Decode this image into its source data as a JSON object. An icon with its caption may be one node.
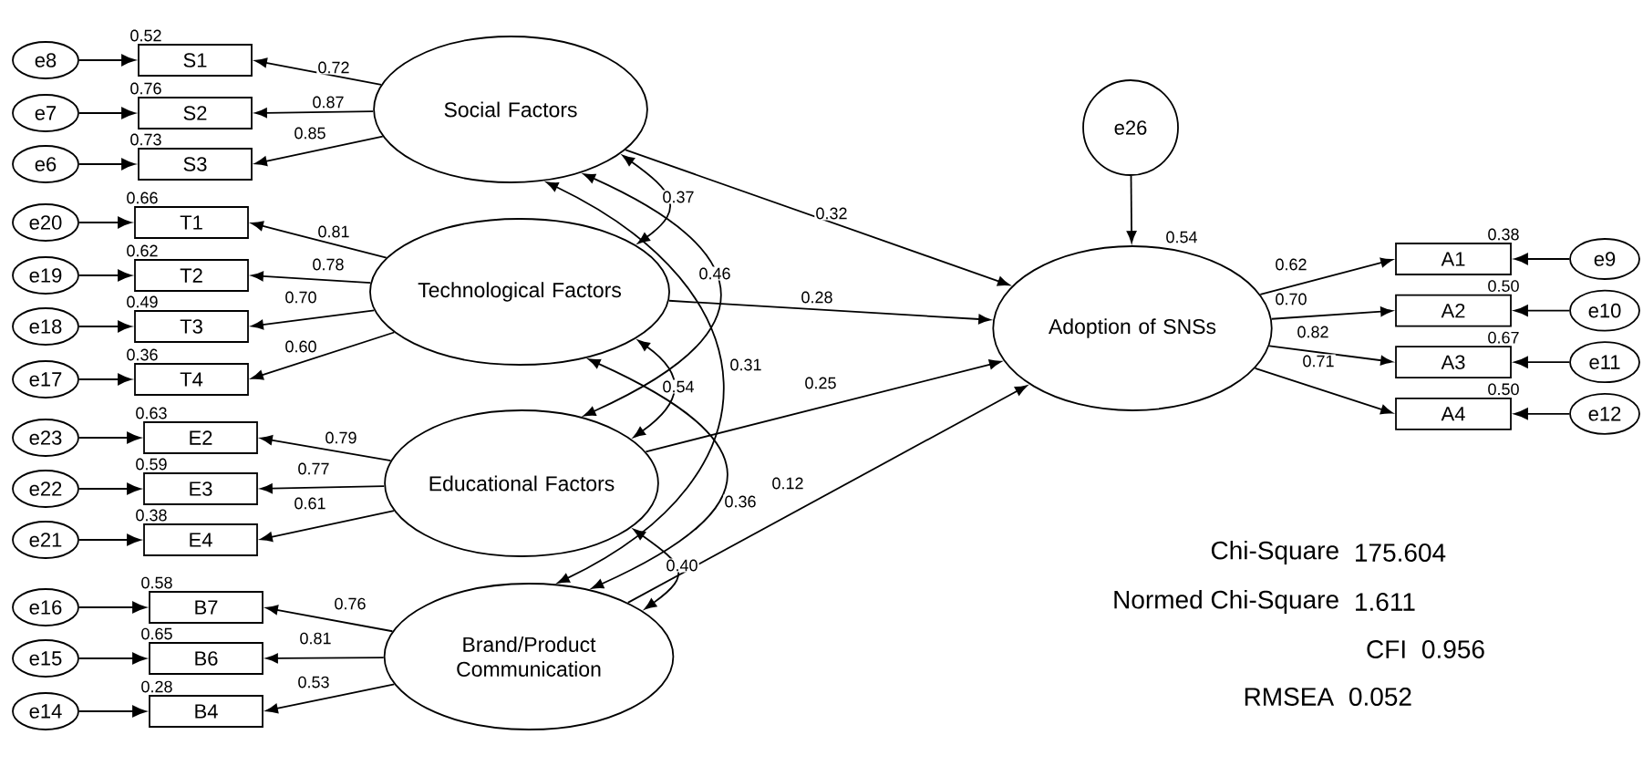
{
  "diagram": {
    "nodes": [
      {
        "text": [
          "Social Factors"
        ]
      },
      {
        "text": [
          "Technological Factors"
        ]
      },
      {
        "text": [
          "Educational Factors"
        ]
      },
      {
        "text": [
          "Brand/Product Communication"
        ]
      },
      {
        "text": [
          "Adoption of SNSs"
        ],
        "beside": [
          "0.54"
        ]
      },
      {
        "text": [
          "e26"
        ]
      },
      {
        "text": [
          "S1"
        ],
        "beside": [
          "0.52"
        ]
      },
      {
        "text": [
          "S2"
        ],
        "beside": [
          "0.76"
        ]
      },
      {
        "text": [
          "S3"
        ],
        "beside": [
          "0.73"
        ]
      },
      {
        "text": [
          "T1"
        ],
        "beside": [
          "0.66"
        ]
      },
      {
        "text": [
          "T2"
        ],
        "beside": [
          "0.62"
        ]
      },
      {
        "text": [
          "T3"
        ],
        "beside": [
          "0.49"
        ]
      },
      {
        "text": [
          "T4"
        ],
        "beside": [
          "0.36"
        ]
      },
      {
        "text": [
          "E2"
        ],
        "beside": [
          "0.63"
        ]
      },
      {
        "text": [
          "E3"
        ],
        "beside": [
          "0.59"
        ]
      },
      {
        "text": [
          "E4"
        ],
        "beside": [
          "0.38"
        ]
      },
      {
        "text": [
          "B7"
        ],
        "beside": [
          "0.58"
        ]
      },
      {
        "text": [
          "B6"
        ],
        "beside": [
          "0.65"
        ]
      },
      {
        "text": [
          "B4"
        ],
        "beside": [
          "0.28"
        ]
      },
      {
        "text": [
          "A1"
        ],
        "beside": [
          "0.38"
        ]
      },
      {
        "text": [
          "A2"
        ],
        "beside": [
          "0.50"
        ]
      },
      {
        "text": [
          "A3"
        ],
        "beside": [
          "0.67"
        ]
      },
      {
        "text": [
          "A4"
        ],
        "beside": [
          "0.50"
        ]
      },
      {
        "text": [
          "e8"
        ]
      },
      {
        "text": [
          "e7"
        ]
      },
      {
        "text": [
          "e6"
        ]
      },
      {
        "text": [
          "e20"
        ]
      },
      {
        "text": [
          "e19"
        ]
      },
      {
        "text": [
          "e18"
        ]
      },
      {
        "text": [
          "e17"
        ]
      },
      {
        "text": [
          "e23"
        ]
      },
      {
        "text": [
          "e22"
        ]
      },
      {
        "text": [
          "e21"
        ]
      },
      {
        "text": [
          "e16"
        ]
      },
      {
        "text": [
          "e15"
        ]
      },
      {
        "text": [
          "e14"
        ]
      },
      {
        "text": [
          "e9"
        ]
      },
      {
        "text": [
          "e10"
        ]
      },
      {
        "text": [
          "e11"
        ]
      },
      {
        "text": [
          "e12"
        ]
      }
    ],
    "edges": [
      {
        "from": 0,
        "to": 6,
        "arrow": "to",
        "label": "0.72"
      },
      {
        "from": 0,
        "to": 7,
        "arrow": "to",
        "label": "0.87"
      },
      {
        "from": 0,
        "to": 8,
        "arrow": "to",
        "label": "0.85"
      },
      {
        "from": 1,
        "to": 9,
        "arrow": "to",
        "label": "0.81"
      },
      {
        "from": 1,
        "to": 10,
        "arrow": "to",
        "label": "0.78"
      },
      {
        "from": 1,
        "to": 11,
        "arrow": "to",
        "label": "0.70"
      },
      {
        "from": 1,
        "to": 12,
        "arrow": "to",
        "label": "0.60"
      },
      {
        "from": 2,
        "to": 13,
        "arrow": "to",
        "label": "0.79"
      },
      {
        "from": 2,
        "to": 14,
        "arrow": "to",
        "label": "0.77"
      },
      {
        "from": 2,
        "to": 15,
        "arrow": "to",
        "label": "0.61"
      },
      {
        "from": 3,
        "to": 16,
        "arrow": "to",
        "label": "0.76"
      },
      {
        "from": 3,
        "to": 17,
        "arrow": "to",
        "label": "0.81"
      },
      {
        "from": 3,
        "to": 18,
        "arrow": "to",
        "label": "0.53"
      },
      {
        "from": 0,
        "to": 4,
        "arrow": "to",
        "label": "0.32"
      },
      {
        "from": 1,
        "to": 4,
        "arrow": "to",
        "label": "0.28"
      },
      {
        "from": 2,
        "to": 4,
        "arrow": "to",
        "label": "0.25"
      },
      {
        "from": 3,
        "to": 4,
        "arrow": "to",
        "label": "0.12"
      },
      {
        "from": 5,
        "to": 4,
        "arrow": "to"
      },
      {
        "from": 4,
        "to": 19,
        "arrow": "to",
        "label": "0.62"
      },
      {
        "from": 4,
        "to": 20,
        "arrow": "to",
        "label": "0.70"
      },
      {
        "from": 4,
        "to": 21,
        "arrow": "to",
        "label": "0.82"
      },
      {
        "from": 4,
        "to": 22,
        "arrow": "to",
        "label": "0.71"
      },
      {
        "from": 23,
        "to": 6,
        "arrow": "to"
      },
      {
        "from": 24,
        "to": 7,
        "arrow": "to"
      },
      {
        "from": 25,
        "to": 8,
        "arrow": "to"
      },
      {
        "from": 26,
        "to": 9,
        "arrow": "to"
      },
      {
        "from": 27,
        "to": 10,
        "arrow": "to"
      },
      {
        "from": 28,
        "to": 11,
        "arrow": "to"
      },
      {
        "from": 29,
        "to": 12,
        "arrow": "to"
      },
      {
        "from": 30,
        "to": 13,
        "arrow": "to"
      },
      {
        "from": 31,
        "to": 14,
        "arrow": "to"
      },
      {
        "from": 32,
        "to": 15,
        "arrow": "to"
      },
      {
        "from": 33,
        "to": 16,
        "arrow": "to"
      },
      {
        "from": 34,
        "to": 17,
        "arrow": "to"
      },
      {
        "from": 35,
        "to": 18,
        "arrow": "to"
      },
      {
        "from": 36,
        "to": 19,
        "arrow": "to"
      },
      {
        "from": 37,
        "to": 20,
        "arrow": "to"
      },
      {
        "from": 38,
        "to": 21,
        "arrow": "to"
      },
      {
        "from": 39,
        "to": 22,
        "arrow": "to"
      },
      {
        "from": 0,
        "to": 1,
        "arrow": "both",
        "label": "0.37"
      },
      {
        "from": 0,
        "to": 2,
        "arrow": "both",
        "label": "0.46"
      },
      {
        "from": 1,
        "to": 2,
        "arrow": "both",
        "label": "0.54"
      },
      {
        "from": 0,
        "to": 3,
        "arrow": "both",
        "label": "0.31"
      },
      {
        "from": 1,
        "to": 3,
        "arrow": "both",
        "label": "0.36"
      },
      {
        "from": 2,
        "to": 3,
        "arrow": "both",
        "label": "0.40"
      }
    ],
    "labels": [
      "Chi-Square",
      "175.604",
      "Normed Chi-Square",
      "1.611",
      "CFI",
      "0.956",
      "RMSEA",
      "0.052"
    ]
  }
}
